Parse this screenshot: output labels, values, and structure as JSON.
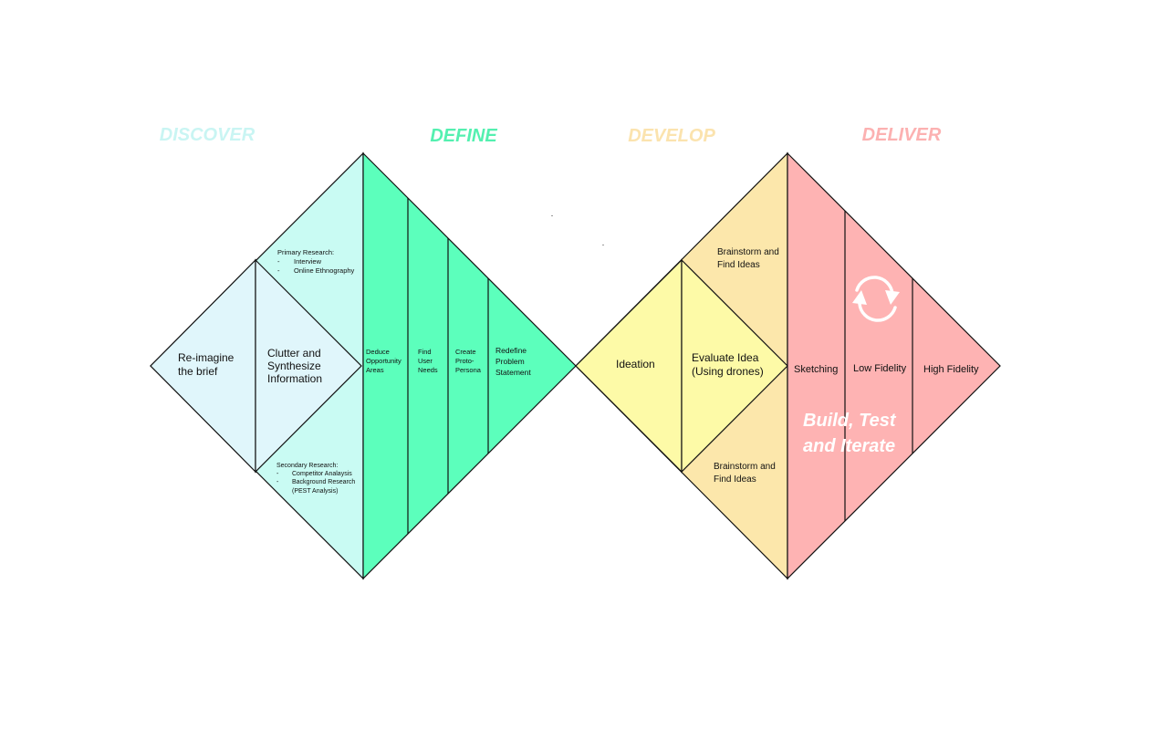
{
  "phases": {
    "discover": {
      "label": "DISCOVER",
      "color": "#c9f5f3"
    },
    "define": {
      "label": "DEFINE",
      "color": "#54f0b0"
    },
    "develop": {
      "label": "DEVELOP",
      "color": "#fbe3ae"
    },
    "deliver": {
      "label": "DELIVER",
      "color": "#fcb1b1"
    }
  },
  "discover": {
    "reimagine": [
      "Re-imagine",
      "the brief"
    ],
    "clutter": [
      "Clutter and",
      "Synthesize",
      "Information"
    ],
    "primary": {
      "title": "Primary Research:",
      "items": [
        "Interview",
        "Online Ethnography"
      ]
    },
    "secondary": {
      "title": "Secondary Research:",
      "items": [
        "Competitor Analaysis",
        "Background Research",
        "(PEST Analysis)"
      ]
    }
  },
  "define": {
    "deduce": [
      "Deduce",
      "Opportunity",
      "Areas"
    ],
    "find": [
      "Find",
      "User",
      "Needs"
    ],
    "create": [
      "Create",
      "Proto-",
      "Persona"
    ],
    "redefine": [
      "Redefine",
      "Problem",
      "Statement"
    ]
  },
  "develop": {
    "ideation": "Ideation",
    "evaluate": [
      "Evaluate Idea",
      "(Using drones)"
    ],
    "brainstorm_top": [
      "Brainstorm and",
      "Find Ideas"
    ],
    "brainstorm_bottom": [
      "Brainstorm and",
      "Find Ideas"
    ]
  },
  "deliver": {
    "sketching": "Sketching",
    "low_fidelity": "Low Fidelity",
    "high_fidelity": "High Fidelity",
    "iterate": [
      "Build, Test",
      "and  Iterate"
    ],
    "icon": "refresh-icon"
  },
  "colors": {
    "discover_light": "#e0f6fb",
    "discover_mid": "#c9fbf3",
    "define": "#5cffbc",
    "develop_light": "#fdfaa7",
    "develop_mid": "#fce7ab",
    "deliver": "#feb3b3"
  }
}
